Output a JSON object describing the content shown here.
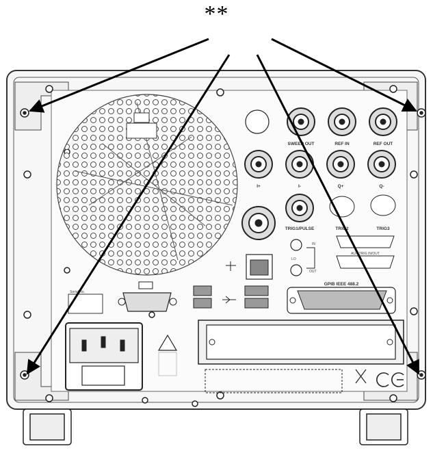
{
  "marker": "**",
  "labels": {
    "sweep_out": "SWEEP OUT",
    "ref_in": "REF IN",
    "ref_out": "REF OUT",
    "i_plus": "I+",
    "i_minus": "I-",
    "q_plus": "Q+",
    "q_minus": "Q-",
    "trig1_pulse": "TRIG1/PULSE",
    "trig2": "TRIG2",
    "trig3": "TRIG3",
    "in": "IN",
    "lo": "LO",
    "out": "OUT",
    "aux": "AUX TRIG IN/OUT",
    "gpib": "GPIB IEEE 488.2",
    "serial": "Serial No."
  },
  "colors": {
    "ink": "#222222",
    "panel": "#f4f4f4",
    "arrow": "#000000"
  }
}
